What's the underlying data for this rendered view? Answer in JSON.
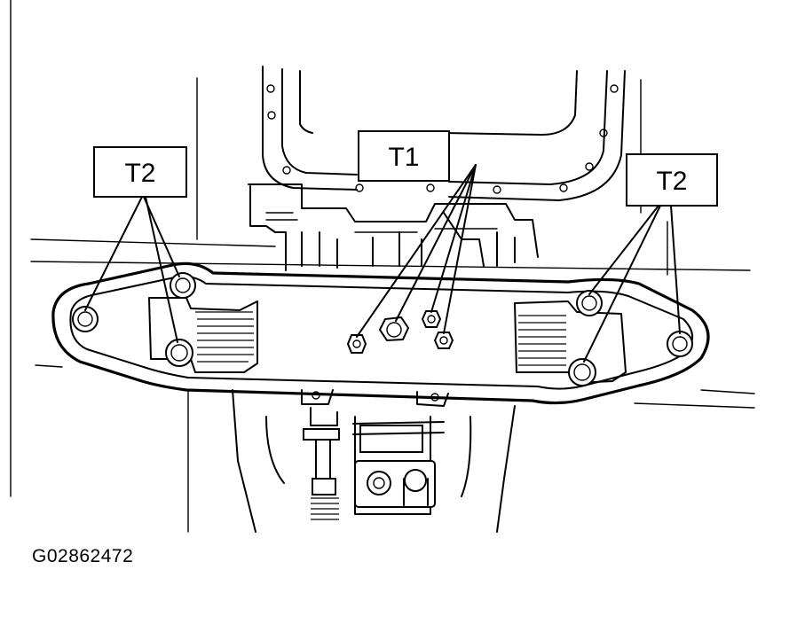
{
  "labels": {
    "t1": "T1",
    "t2_left": "T2",
    "t2_right": "T2"
  },
  "figure_id": "G02862472"
}
